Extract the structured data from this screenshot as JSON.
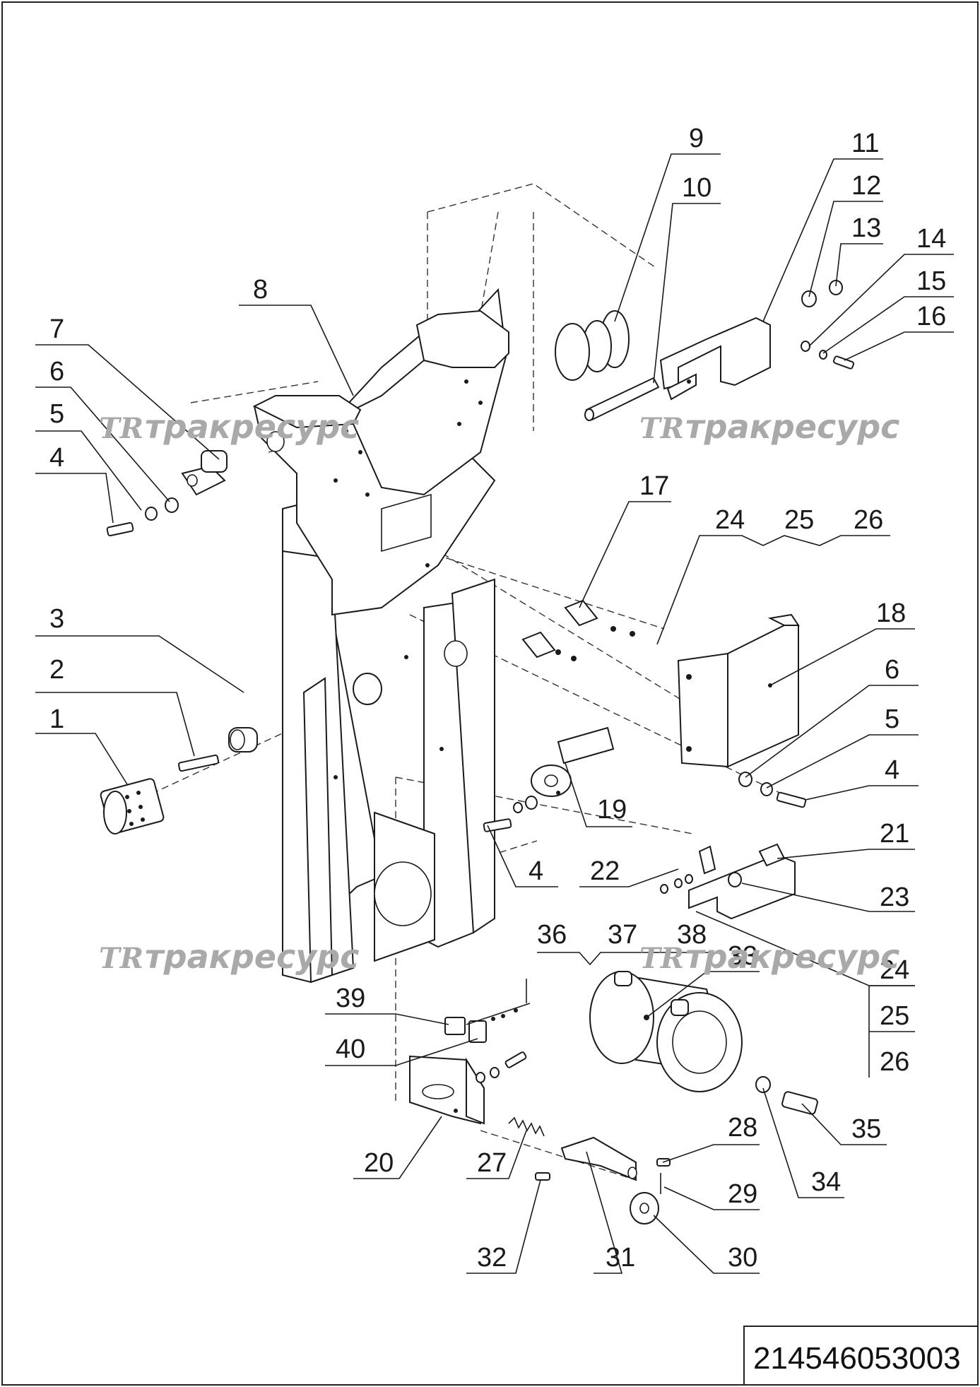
{
  "watermark": {
    "logo": "TR",
    "text": "тракресурс"
  },
  "drawing_number": "214546053003",
  "callouts": {
    "c1": "1",
    "c2": "2",
    "c3": "3",
    "c4a": "4",
    "c5a": "5",
    "c6a": "6",
    "c7": "7",
    "c8": "8",
    "c9": "9",
    "c10": "10",
    "c11": "11",
    "c12": "12",
    "c13": "13",
    "c14": "14",
    "c15": "15",
    "c16": "16",
    "c17": "17",
    "c18": "18",
    "c19": "19",
    "c20": "20",
    "c21": "21",
    "c22": "22",
    "c23": "23",
    "c24a": "24",
    "c25a": "25",
    "c26a": "26",
    "c4b": "4",
    "c5b": "5",
    "c6b": "6",
    "c4c": "4",
    "c24b": "24",
    "c25b": "25",
    "c26b": "26",
    "c27": "27",
    "c28": "28",
    "c29": "29",
    "c30": "30",
    "c31": "31",
    "c32": "32",
    "c33": "33",
    "c34": "34",
    "c35": "35",
    "c36": "36",
    "c37": "37",
    "c38": "38",
    "c39": "39",
    "c40": "40"
  }
}
